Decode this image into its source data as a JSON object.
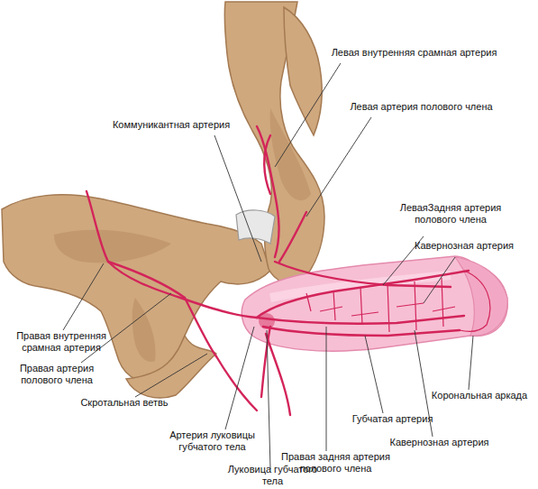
{
  "diagram": {
    "labels": [
      "Левая внутренняя срамная артерия",
      "Левая артерия полового члена",
      "Коммуникантная артерия",
      "ЛеваяЗадняя артерия полового члена",
      "Кавернозная артерия",
      "Правая внутренняя срамная артерия",
      "Правая артерия полового члена",
      "Скротальная ветвь",
      "Корональная аркада",
      "Губчатая артерия",
      "Кавернозная артерия",
      "Артерия луковицы губчатого тела",
      "Правая задняя артерия полового члена",
      "Луковица губчатого тела"
    ]
  }
}
